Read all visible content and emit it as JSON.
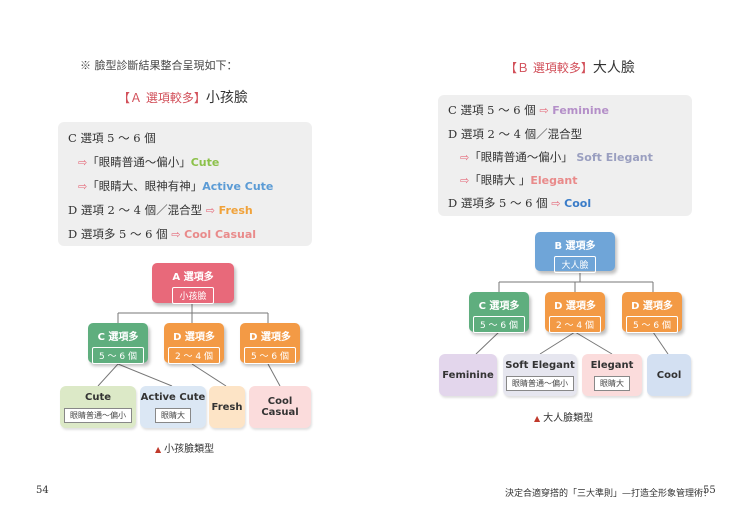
{
  "left": {
    "note": "※ 臉型診斷結果整合呈現如下：",
    "title_bracket": "【Ａ 選項較多】",
    "title_main": "小孩臉",
    "lines": [
      {
        "pre": "C 選項 5 ～ 6 個",
        "arrow": "",
        "kw": "",
        "post": "",
        "color": ""
      },
      {
        "pre": "",
        "arrow": "⇨",
        "kw": "Cute",
        "post": "",
        "mid": "「眼睛普通～偏小」",
        "color": "#8cc14a"
      },
      {
        "pre": "",
        "arrow": "⇨",
        "kw": "Active Cute",
        "mid": "「眼睛大、眼神有神」",
        "color": "#5b9bd5"
      },
      {
        "pre": "D 選項 2 ～ 4 個／混合型",
        "arrow": "⇨",
        "kw": "Fresh",
        "mid": "",
        "color": "#f0a23a"
      },
      {
        "pre": "D 選項多 5 ～ 6 個",
        "arrow": "⇨",
        "kw": "Cool Casual",
        "mid": "",
        "color": "#e98a8a"
      }
    ],
    "root": {
      "title": "A 選項多",
      "sub": "小孩臉"
    },
    "mid_nodes": [
      {
        "title": "C 選項多",
        "sub": "5 ～ 6 個"
      },
      {
        "title": "D 選項多",
        "sub": "2 ～ 4 個"
      },
      {
        "title": "D 選項多",
        "sub": "5 ～ 6 個"
      }
    ],
    "leaves": [
      {
        "title": "Cute",
        "sub": "眼睛普通～偏小"
      },
      {
        "title": "Active Cute",
        "sub": "眼睛大"
      },
      {
        "title": "Fresh",
        "sub": ""
      },
      {
        "title": "Cool Casual",
        "sub": ""
      }
    ],
    "caption": "小孩臉類型",
    "page_number": "54"
  },
  "right": {
    "title_bracket": "【Ｂ 選項較多】",
    "title_main": "大人臉",
    "lines": [
      {
        "pre": "C 選項 5 ～ 6 個",
        "arrow": "⇨",
        "kw": "Feminine",
        "mid": "",
        "color": "#b48fc8"
      },
      {
        "pre": "D 選項 2 ～ 4 個／混合型",
        "arrow": "",
        "kw": "",
        "mid": "",
        "color": ""
      },
      {
        "pre": "",
        "arrow": "⇨",
        "mid": "「眼睛普通～偏小」",
        "kw": "Soft Elegant",
        "color": "#9a9fc0"
      },
      {
        "pre": "",
        "arrow": "⇨",
        "mid": "「眼睛大 」",
        "kw": "Elegant",
        "color": "#e98a8a"
      },
      {
        "pre": "D 選項多 5 ～ 6 個",
        "arrow": "⇨",
        "kw": "Cool",
        "mid": "",
        "color": "#3a7cc8"
      }
    ],
    "root": {
      "title": "B 選項多",
      "sub": "大人臉"
    },
    "mid_nodes": [
      {
        "title": "C 選項多",
        "sub": "5 ～ 6 個"
      },
      {
        "title": "D 選項多",
        "sub": "2 ～ 4 個"
      },
      {
        "title": "D 選項多",
        "sub": "5 ～ 6 個"
      }
    ],
    "leaves": [
      {
        "title": "Feminine",
        "sub": ""
      },
      {
        "title": "Soft Elegant",
        "sub": "眼睛普通～偏小"
      },
      {
        "title": "Elegant",
        "sub": "眼睛大"
      },
      {
        "title": "Cool",
        "sub": ""
      }
    ],
    "caption": "大人臉類型",
    "footer": "決定合適穿搭的「三大準則」—打造全形象管理術！",
    "page_number": "55"
  },
  "colors": {
    "root_left": "#e8697a",
    "root_right": "#6fa5d8",
    "green": "#5fae7e",
    "orange": "#f39a45",
    "arrow": "#e56a7a"
  }
}
